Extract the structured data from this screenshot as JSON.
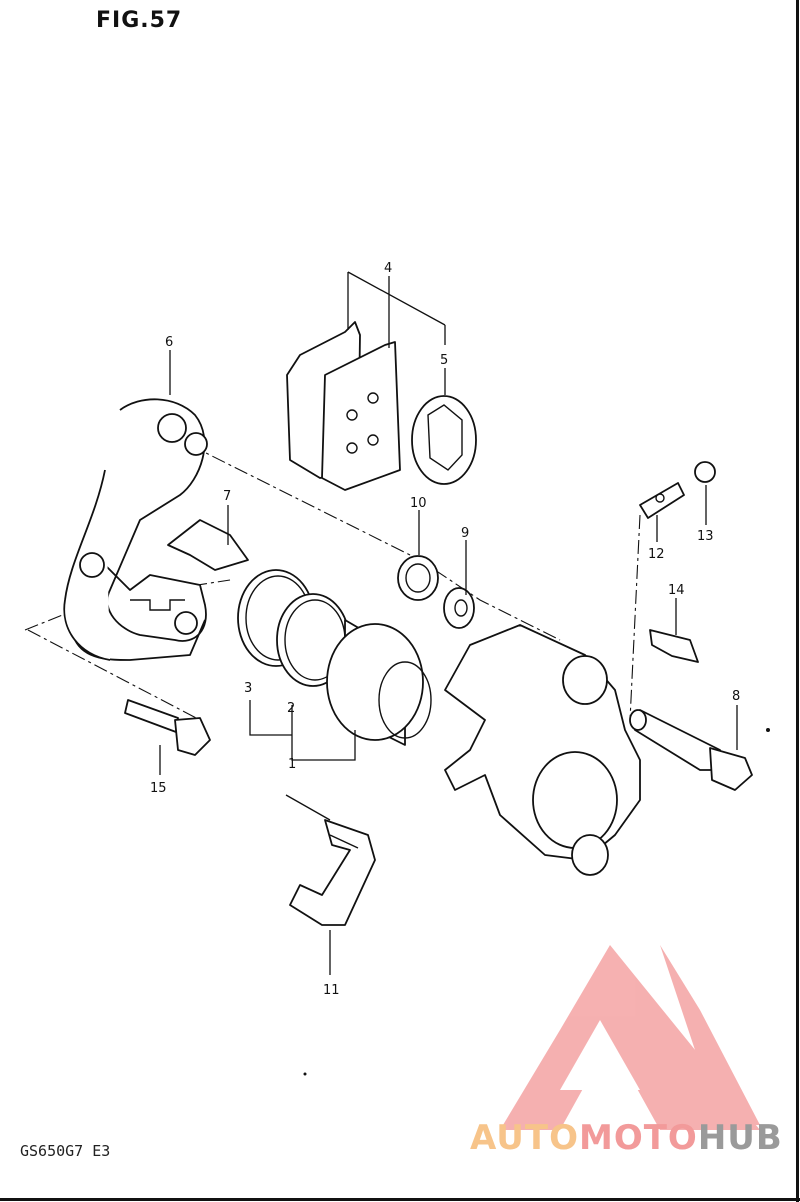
{
  "figure": {
    "title": "FIG.57"
  },
  "footer": {
    "model_code": "GS650G7 E3"
  },
  "watermark": {
    "brand_part1": "AUTO",
    "brand_part2": "MOTO",
    "brand_part3": "HUB"
  },
  "callouts": [
    {
      "id": "c1",
      "label": "1"
    },
    {
      "id": "c2",
      "label": "2"
    },
    {
      "id": "c3",
      "label": "3"
    },
    {
      "id": "c4",
      "label": "4"
    },
    {
      "id": "c5",
      "label": "5"
    },
    {
      "id": "c6",
      "label": "6"
    },
    {
      "id": "c7",
      "label": "7"
    },
    {
      "id": "c8",
      "label": "8"
    },
    {
      "id": "c9",
      "label": "9"
    },
    {
      "id": "c10",
      "label": "10"
    },
    {
      "id": "c11",
      "label": "11"
    },
    {
      "id": "c12",
      "label": "12"
    },
    {
      "id": "c13",
      "label": "13"
    },
    {
      "id": "c14",
      "label": "14"
    },
    {
      "id": "c15",
      "label": "15"
    }
  ],
  "colors": {
    "line": "#111111",
    "watermark_red": "#f4a3a3",
    "watermark_orange": "#f7c48a",
    "watermark_gray": "#9a9a9a"
  }
}
